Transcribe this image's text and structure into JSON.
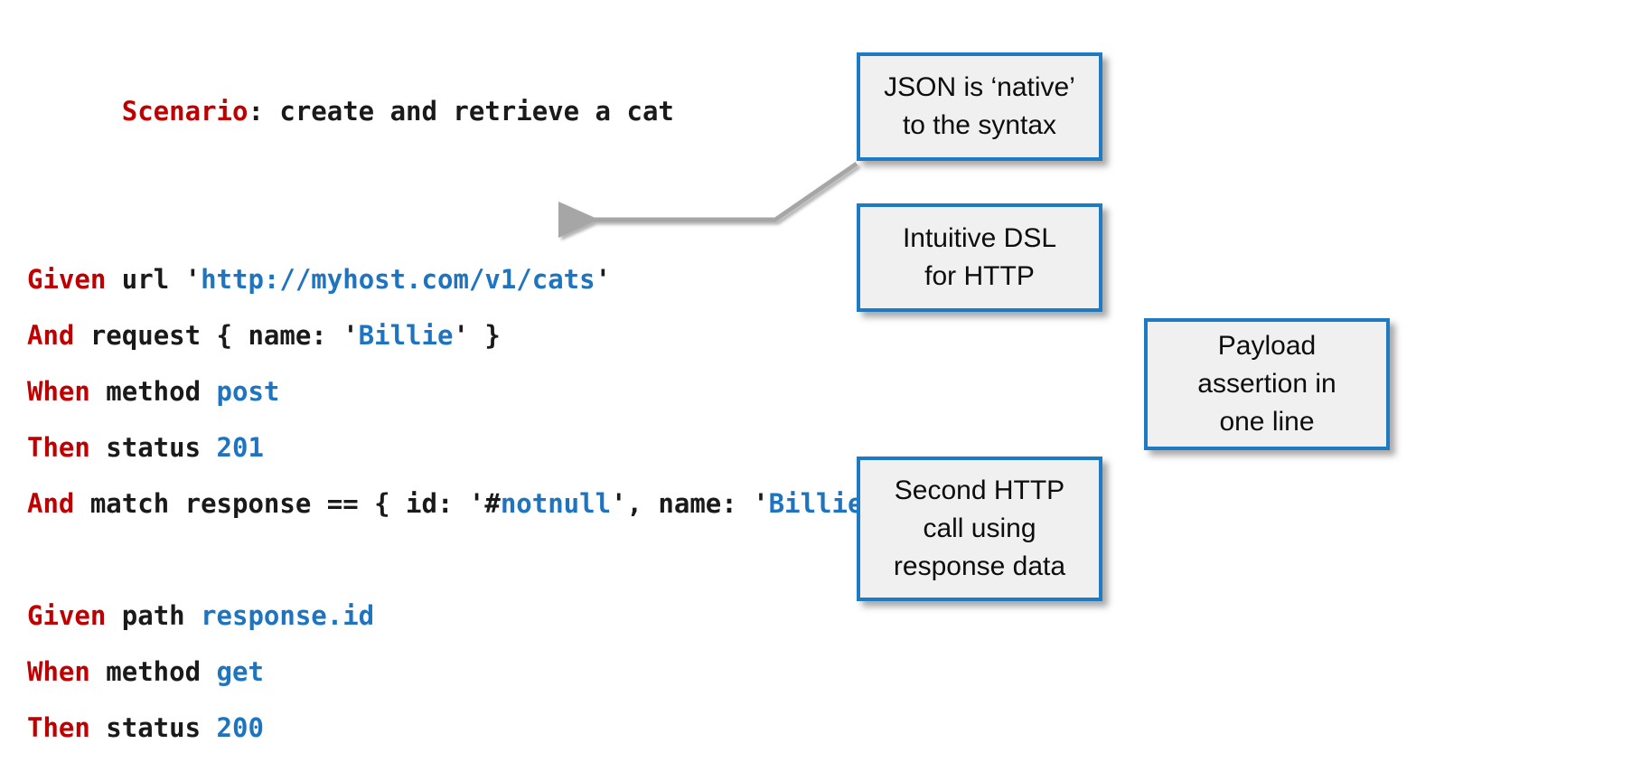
{
  "slide": {
    "title_line": {
      "keyword": "Scenario",
      "rest": ": create and retrieve a cat"
    },
    "code_lines": [
      {
        "id": "line-given-url",
        "keyword": "Given",
        "segments": [
          {
            "text": " url ",
            "style": "plain"
          },
          {
            "text": "'",
            "style": "plain"
          },
          {
            "text": "http://myhost.com/v1/cats",
            "style": "value"
          },
          {
            "text": "'",
            "style": "plain"
          }
        ]
      },
      {
        "id": "line-and-request",
        "keyword": "And",
        "segments": [
          {
            "text": " request { name: ",
            "style": "plain"
          },
          {
            "text": "'",
            "style": "plain"
          },
          {
            "text": "Billie",
            "style": "value"
          },
          {
            "text": "'",
            "style": "plain"
          },
          {
            "text": " }",
            "style": "plain"
          }
        ]
      },
      {
        "id": "line-when-method-post",
        "keyword": "When",
        "segments": [
          {
            "text": " method ",
            "style": "plain"
          },
          {
            "text": "post",
            "style": "value"
          }
        ]
      },
      {
        "id": "line-then-status-201",
        "keyword": "Then",
        "segments": [
          {
            "text": " status ",
            "style": "plain"
          },
          {
            "text": "201",
            "style": "value"
          }
        ]
      },
      {
        "id": "line-and-match",
        "keyword": "And",
        "segments": [
          {
            "text": " match response == { id: ",
            "style": "plain"
          },
          {
            "text": "'#",
            "style": "plain"
          },
          {
            "text": "notnull",
            "style": "value"
          },
          {
            "text": "'",
            "style": "plain"
          },
          {
            "text": ", name: ",
            "style": "plain"
          },
          {
            "text": "'",
            "style": "plain"
          },
          {
            "text": "Billie",
            "style": "value"
          },
          {
            "text": "'",
            "style": "plain"
          },
          {
            "text": " }",
            "style": "plain"
          }
        ]
      },
      {
        "id": "line-given-path",
        "keyword": "Given",
        "segments": [
          {
            "text": " path ",
            "style": "plain"
          },
          {
            "text": "response.id",
            "style": "value"
          }
        ]
      },
      {
        "id": "line-when-method-get",
        "keyword": "When",
        "segments": [
          {
            "text": " method ",
            "style": "plain"
          },
          {
            "text": "get",
            "style": "value"
          }
        ]
      },
      {
        "id": "line-then-status-200",
        "keyword": "Then",
        "segments": [
          {
            "text": " status ",
            "style": "plain"
          },
          {
            "text": "200",
            "style": "value"
          }
        ]
      }
    ],
    "callouts": [
      {
        "id": "callout-json",
        "lines": [
          "JSON is ‘native’",
          "to the syntax"
        ]
      },
      {
        "id": "callout-dsl",
        "lines": [
          "Intuitive DSL",
          "for HTTP"
        ]
      },
      {
        "id": "callout-payload",
        "lines": [
          "Payload",
          "assertion in",
          "one line"
        ]
      },
      {
        "id": "callout-second",
        "lines": [
          "Second HTTP",
          "call using",
          "response data"
        ]
      }
    ],
    "colors": {
      "keyword": "#C00000",
      "value": "#1F74C0",
      "plain": "#1a1a1a",
      "callout_border": "#1F7AC4",
      "callout_fill": "#F0F0F0",
      "connector": "#A6A6A6",
      "background": "#FFFFFF"
    }
  }
}
